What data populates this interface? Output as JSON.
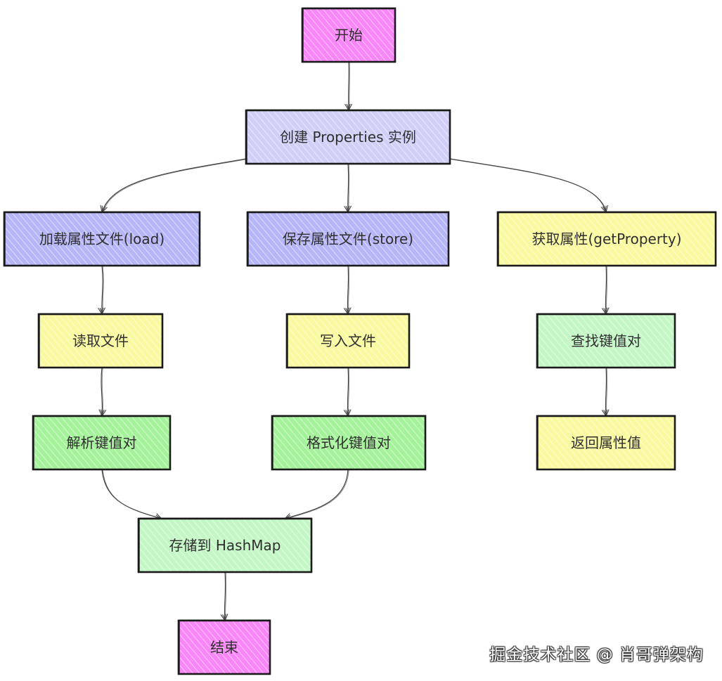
{
  "colors": {
    "pink": "#f986f9",
    "lavender": "#cfcff7",
    "purple": "#b5b5f8",
    "yellow": "#f9f9a0",
    "lightgreen": "#c4f7c6",
    "green": "#a4f39a",
    "border": "#1a1a1a",
    "arrow": "#444444"
  },
  "nodes": {
    "start": {
      "label": "开始",
      "color": "pink"
    },
    "create": {
      "label": "创建 Properties 实例",
      "color": "lavender"
    },
    "load": {
      "label": "加载属性文件(load)",
      "color": "purple"
    },
    "store": {
      "label": "保存属性文件(store)",
      "color": "purple"
    },
    "getprop": {
      "label": "获取属性(getProperty)",
      "color": "yellow"
    },
    "read": {
      "label": "读取文件",
      "color": "yellow"
    },
    "write": {
      "label": "写入文件",
      "color": "yellow"
    },
    "find": {
      "label": "查找键值对",
      "color": "lightgreen"
    },
    "parse": {
      "label": "解析键值对",
      "color": "green"
    },
    "format": {
      "label": "格式化键值对",
      "color": "green"
    },
    "ret": {
      "label": "返回属性值",
      "color": "yellow"
    },
    "hashmap": {
      "label": "存储到 HashMap",
      "color": "lightgreen"
    },
    "end": {
      "label": "结束",
      "color": "pink"
    }
  },
  "edges": [
    [
      "start",
      "create"
    ],
    [
      "create",
      "load"
    ],
    [
      "create",
      "store"
    ],
    [
      "create",
      "getprop"
    ],
    [
      "load",
      "read"
    ],
    [
      "store",
      "write"
    ],
    [
      "getprop",
      "find"
    ],
    [
      "read",
      "parse"
    ],
    [
      "write",
      "format"
    ],
    [
      "find",
      "ret"
    ],
    [
      "parse",
      "hashmap"
    ],
    [
      "format",
      "hashmap"
    ],
    [
      "hashmap",
      "end"
    ]
  ],
  "watermark": "掘金技术社区 @ 肖哥弹架构"
}
